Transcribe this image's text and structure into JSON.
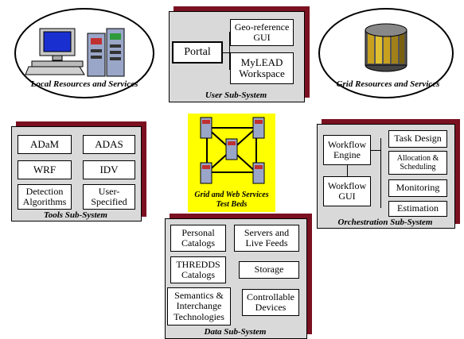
{
  "local": {
    "caption": "Local Resources and Services",
    "icon": "computer-and-server-icon"
  },
  "grid": {
    "caption": "Grid Resources and Services",
    "icon": "grid-server-cluster-icon"
  },
  "user": {
    "caption": "User Sub-System",
    "portal": "Portal",
    "geo_gui_l1": "Geo-reference",
    "geo_gui_l2": "GUI",
    "mylead_l1": "MyLEAD",
    "mylead_l2": "Workspace"
  },
  "tools": {
    "caption": "Tools Sub-System",
    "adam": "ADaM",
    "adas": "ADAS",
    "wrf": "WRF",
    "idv": "IDV",
    "detection_l1": "Detection",
    "detection_l2": "Algorithms",
    "user_spec_l1": "User-",
    "user_spec_l2": "Specified"
  },
  "testbeds": {
    "caption_l1": "Grid and Web Services",
    "caption_l2": "Test Beds",
    "icon": "server-network-icon",
    "background": "#ffff00"
  },
  "orchestration": {
    "caption": "Orchestration Sub-System",
    "workflow_engine_l1": "Workflow",
    "workflow_engine_l2": "Engine",
    "workflow_gui_l1": "Workflow",
    "workflow_gui_l2": "GUI",
    "task_design": "Task Design",
    "allocation_l1": "Allocation &",
    "allocation_l2": "Scheduling",
    "monitoring": "Monitoring",
    "estimation": "Estimation"
  },
  "data": {
    "caption": "Data Sub-System",
    "personal_l1": "Personal",
    "personal_l2": "Catalogs",
    "servers_l1": "Servers and",
    "servers_l2": "Live Feeds",
    "thredds_l1": "THREDDS",
    "thredds_l2": "Catalogs",
    "storage": "Storage",
    "semantics_l1": "Semantics &",
    "semantics_l2": "Interchange",
    "semantics_l3": "Technologies",
    "controllable_l1": "Controllable",
    "controllable_l2": "Devices"
  },
  "colors": {
    "panel": "#d9d9d9",
    "shadow": "#7a1020",
    "testbed": "#ffff00"
  }
}
